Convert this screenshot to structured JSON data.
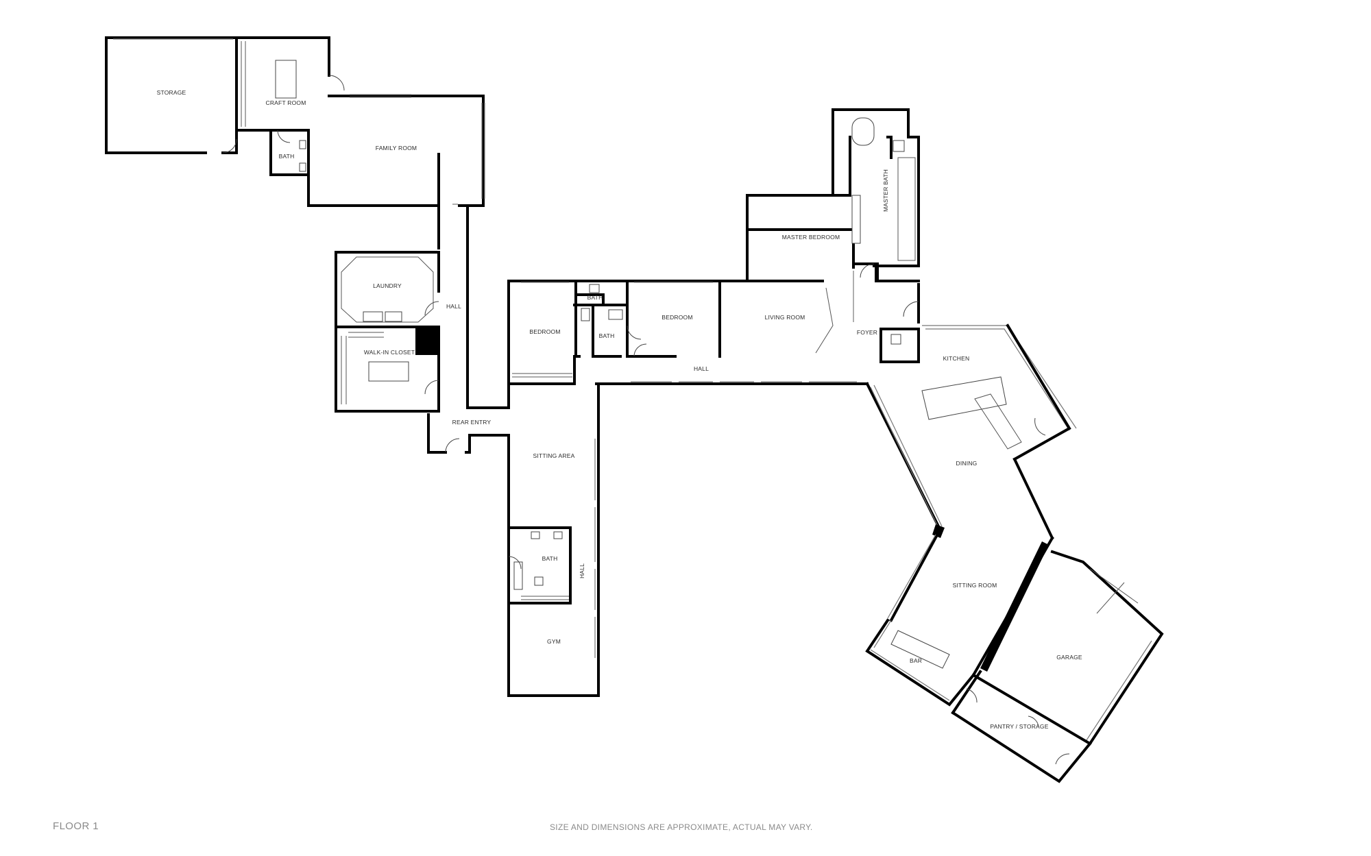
{
  "footer": {
    "floor_label": "FLOOR 1",
    "disclaimer": "SIZE AND DIMENSIONS ARE APPROXIMATE, ACTUAL MAY VARY."
  },
  "rooms": {
    "storage": "STORAGE",
    "craft_room": "CRAFT ROOM",
    "bath_upper": "BATH",
    "family_room": "FAMILY ROOM",
    "laundry": "LAUNDRY",
    "hall_west": "HALL",
    "walk_in_closet": "WALK-IN CLOSET",
    "rear_entry": "REAR ENTRY",
    "bedroom_west": "BEDROOM",
    "bath_mid_top": "BATH",
    "bath_mid": "BATH",
    "bedroom_mid": "BEDROOM",
    "hall_main": "HALL",
    "living_room": "LIVING ROOM",
    "master_bedroom": "MASTER BEDROOM",
    "master_bath": "MASTER BATH",
    "foyer": "FOYER",
    "kitchen": "KITCHEN",
    "sitting_area": "SITTING AREA",
    "bath_south": "BATH",
    "hall_south": "HALL",
    "gym": "GYM",
    "dining": "DINING",
    "sitting_room": "SITTING ROOM",
    "bar": "BAR",
    "garage": "GARAGE",
    "pantry_storage": "PANTRY / STORAGE"
  }
}
